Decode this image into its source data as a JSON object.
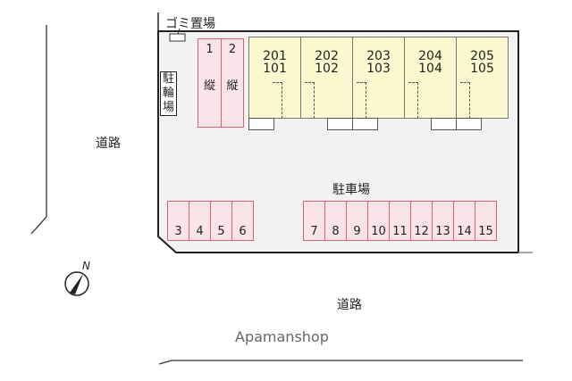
{
  "labels": {
    "garbage": "ゴミ置場",
    "bicycle_parking": [
      "駐",
      "輪",
      "場"
    ],
    "parking_lot": "駐車場",
    "road_west": "道路",
    "road_south": "道路",
    "watermark": "Apamanshop",
    "compass": "N"
  },
  "bike_slots": [
    {
      "num": "1",
      "type": "縦"
    },
    {
      "num": "2",
      "type": "縦"
    }
  ],
  "units": [
    {
      "upper": "201",
      "lower": "101"
    },
    {
      "upper": "202",
      "lower": "102"
    },
    {
      "upper": "203",
      "lower": "103"
    },
    {
      "upper": "204",
      "lower": "104"
    },
    {
      "upper": "205",
      "lower": "105"
    }
  ],
  "parking_left": [
    "3",
    "4",
    "5",
    "6"
  ],
  "parking_right": [
    "7",
    "8",
    "9",
    "10",
    "11",
    "12",
    "13",
    "14",
    "15"
  ],
  "colors": {
    "site": "#f2f2f2",
    "slot": "#fbe3ea",
    "slot_border": "#d9606f",
    "unit": "#fbf8cf"
  }
}
